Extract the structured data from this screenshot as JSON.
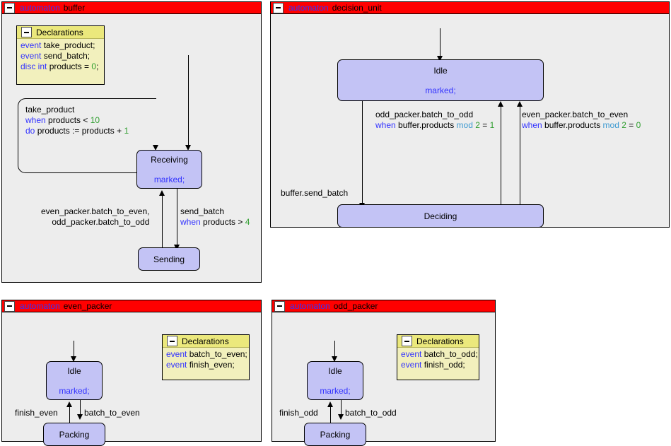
{
  "keywords": {
    "automaton": "automaton",
    "declarations": "Declarations",
    "event": "event",
    "when": "when",
    "do": "do",
    "disc": "disc",
    "int": "int",
    "mod": "mod",
    "marked": "marked;"
  },
  "colors": {
    "title_bar": "#ff0000",
    "panel_background": "#ededed",
    "state_fill": "#c3c3f5",
    "declaration_header": "#ebe87c",
    "declaration_body": "#f2f0bd",
    "keyword": "#3333ff",
    "number": "#2f9e2f",
    "operator": "#3d9ad1",
    "page_background": "#ffffff"
  },
  "panels": [
    {
      "id": "buffer",
      "title_keyword": "automaton",
      "title_name": "buffer",
      "collapse_icon": "minus-icon",
      "declarations": {
        "title": "Declarations",
        "collapse_icon": "minus-icon",
        "lines": [
          [
            {
              "t": "event",
              "c": "k"
            },
            {
              "t": " take_product;",
              "c": ""
            }
          ],
          [
            {
              "t": "event",
              "c": "k"
            },
            {
              "t": " send_batch;",
              "c": ""
            }
          ],
          [
            {
              "t": "disc int",
              "c": "k"
            },
            {
              "t": " products = ",
              "c": ""
            },
            {
              "t": "0",
              "c": "n"
            },
            {
              "t": ";",
              "c": ""
            }
          ]
        ]
      },
      "states": [
        {
          "name": "Receiving",
          "marked": "marked;"
        },
        {
          "name": "Sending",
          "marked": ""
        }
      ],
      "edge_labels": [
        {
          "id": "take-product-loop",
          "lines": [
            [
              {
                "t": "take_product",
                "c": ""
              }
            ],
            [
              {
                "t": "when",
                "c": "k"
              },
              {
                "t": " products < ",
                "c": ""
              },
              {
                "t": "10",
                "c": "n"
              }
            ],
            [
              {
                "t": "do",
                "c": "k"
              },
              {
                "t": " products := products + ",
                "c": ""
              },
              {
                "t": "1",
                "c": "n"
              }
            ]
          ]
        },
        {
          "id": "batch-return",
          "lines": [
            [
              {
                "t": "even_packer.batch_to_even,",
                "c": ""
              }
            ],
            [
              {
                "t": "odd_packer.batch_to_odd",
                "c": ""
              }
            ]
          ]
        },
        {
          "id": "send-batch",
          "lines": [
            [
              {
                "t": "send_batch",
                "c": ""
              }
            ],
            [
              {
                "t": "when",
                "c": "k"
              },
              {
                "t": " products > ",
                "c": ""
              },
              {
                "t": "4",
                "c": "n"
              }
            ]
          ]
        }
      ]
    },
    {
      "id": "decision_unit",
      "title_keyword": "automaton",
      "title_name": "decision_unit",
      "collapse_icon": "minus-icon",
      "declarations": null,
      "states": [
        {
          "name": "Idle",
          "marked": "marked;"
        },
        {
          "name": "Deciding",
          "marked": ""
        }
      ],
      "edge_labels": [
        {
          "id": "odd-packer-batch",
          "lines": [
            [
              {
                "t": "odd_packer.batch_to_odd",
                "c": ""
              }
            ],
            [
              {
                "t": "when",
                "c": "k"
              },
              {
                "t": " buffer.products ",
                "c": ""
              },
              {
                "t": "mod",
                "c": "m"
              },
              {
                "t": " ",
                "c": ""
              },
              {
                "t": "2",
                "c": "n"
              },
              {
                "t": " = ",
                "c": ""
              },
              {
                "t": "1",
                "c": "n"
              }
            ]
          ]
        },
        {
          "id": "even-packer-batch",
          "lines": [
            [
              {
                "t": "even_packer.batch_to_even",
                "c": ""
              }
            ],
            [
              {
                "t": "when",
                "c": "k"
              },
              {
                "t": " buffer.products ",
                "c": ""
              },
              {
                "t": "mod",
                "c": "m"
              },
              {
                "t": " ",
                "c": ""
              },
              {
                "t": "2",
                "c": "n"
              },
              {
                "t": " = ",
                "c": ""
              },
              {
                "t": "0",
                "c": "n"
              }
            ]
          ]
        },
        {
          "id": "buffer-send-batch",
          "lines": [
            [
              {
                "t": "buffer.send_batch",
                "c": ""
              }
            ]
          ]
        }
      ]
    },
    {
      "id": "even_packer",
      "title_keyword": "automaton",
      "title_name": "even_packer",
      "collapse_icon": "minus-icon",
      "declarations": {
        "title": "Declarations",
        "collapse_icon": "minus-icon",
        "lines": [
          [
            {
              "t": "event",
              "c": "k"
            },
            {
              "t": " batch_to_even;",
              "c": ""
            }
          ],
          [
            {
              "t": "event",
              "c": "k"
            },
            {
              "t": " finish_even;",
              "c": ""
            }
          ]
        ]
      },
      "states": [
        {
          "name": "Idle",
          "marked": "marked;"
        },
        {
          "name": "Packing",
          "marked": ""
        }
      ],
      "edge_labels": [
        {
          "id": "finish-even",
          "lines": [
            [
              {
                "t": "finish_even",
                "c": ""
              }
            ]
          ]
        },
        {
          "id": "batch-to-even",
          "lines": [
            [
              {
                "t": "batch_to_even",
                "c": ""
              }
            ]
          ]
        }
      ]
    },
    {
      "id": "odd_packer",
      "title_keyword": "automaton",
      "title_name": "odd_packer",
      "collapse_icon": "minus-icon",
      "declarations": {
        "title": "Declarations",
        "collapse_icon": "minus-icon",
        "lines": [
          [
            {
              "t": "event",
              "c": "k"
            },
            {
              "t": " batch_to_odd;",
              "c": ""
            }
          ],
          [
            {
              "t": "event",
              "c": "k"
            },
            {
              "t": " finish_odd;",
              "c": ""
            }
          ]
        ]
      },
      "states": [
        {
          "name": "Idle",
          "marked": "marked;"
        },
        {
          "name": "Packing",
          "marked": ""
        }
      ],
      "edge_labels": [
        {
          "id": "finish-odd",
          "lines": [
            [
              {
                "t": "finish_odd",
                "c": ""
              }
            ]
          ]
        },
        {
          "id": "batch-to-odd",
          "lines": [
            [
              {
                "t": "batch_to_odd",
                "c": ""
              }
            ]
          ]
        }
      ]
    }
  ]
}
